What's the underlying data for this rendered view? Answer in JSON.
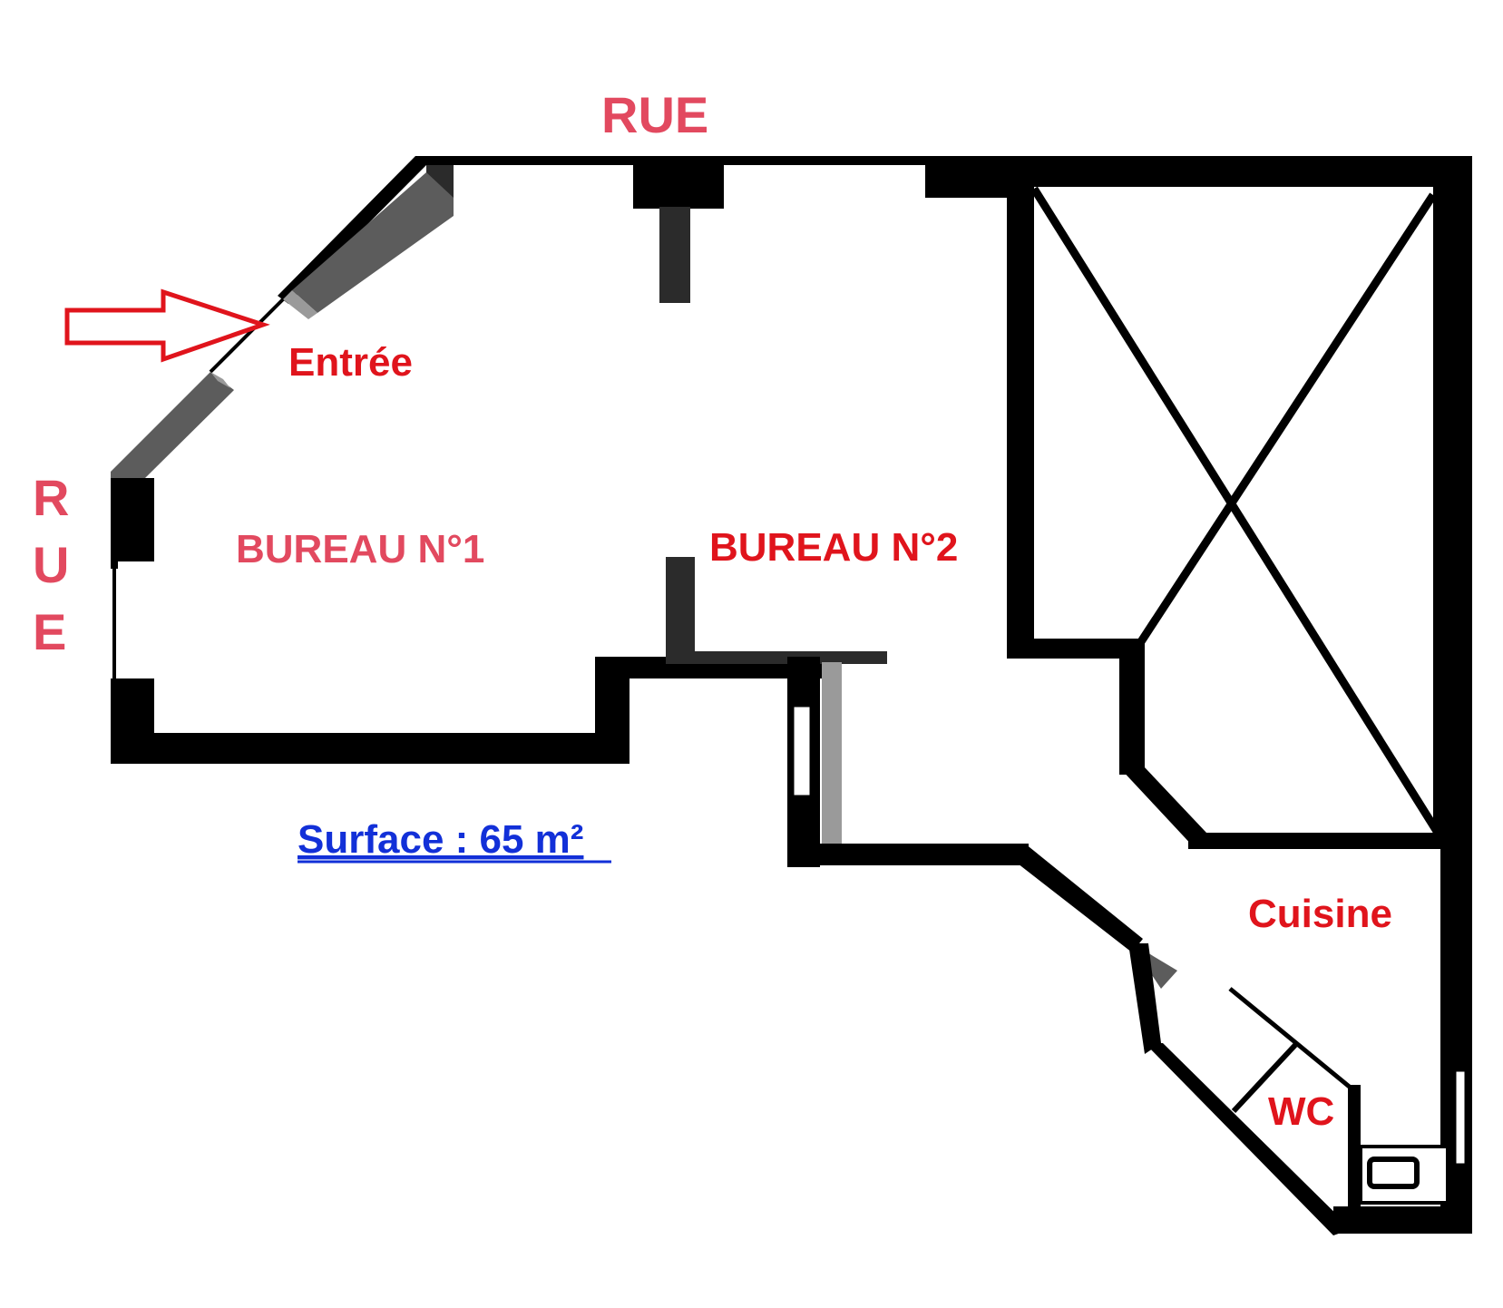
{
  "labels": {
    "street_top": "RUE",
    "street_left": "RUE",
    "street_left_letters": [
      "R",
      "U",
      "E"
    ],
    "entrance": "Entrée",
    "office1": "BUREAU N°1",
    "office2": "BUREAU N°2",
    "kitchen": "Cuisine",
    "wc": "WC",
    "surface": "Surface : 65 m²"
  },
  "colors": {
    "street_label": "#e2495f",
    "room_label": "#e0141c",
    "surface_label": "#1230d8",
    "arrow_outline": "#e0141c",
    "walls": "#000000"
  },
  "icons": {
    "entrance_arrow": "arrow-right-icon",
    "void_area": "cross-hatch-x-icon",
    "kitchen_sink": "sink-icon"
  }
}
